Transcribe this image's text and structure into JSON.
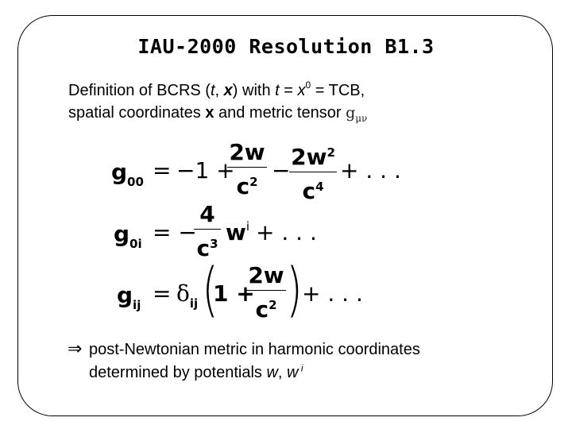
{
  "slide": {
    "title": "IAU-2000 Resolution B1.3",
    "intro": {
      "line1_a": "Definition of BCRS (",
      "line1_t": "t",
      "line1_comma": ", ",
      "line1_x": "x",
      "line1_b": ")  with ",
      "line1_t2": "t",
      "line1_eq": " = ",
      "line1_x0": "x",
      "line1_sup0": "0",
      "line1_c": " = TCB,",
      "line2_a": "spatial coordinates ",
      "line2_x": "x",
      "line2_b": " and metric tensor ",
      "metric_symbol": "g",
      "metric_sub": "μν"
    },
    "equations": {
      "eq1": {
        "lhs": "g",
        "lhs_sub": "00",
        "eq": "=",
        "t1": "−1 +",
        "f1_num": "2w",
        "f1_den": "c",
        "f1_den_pow": "2",
        "minus": "−",
        "f2_num": "2w",
        "f2_num_pow": "2",
        "f2_den": "c",
        "f2_den_pow": "4",
        "tail": "+ . . ."
      },
      "eq2": {
        "lhs": "g",
        "lhs_sub": "0i",
        "eq": "= −",
        "f_num": "4",
        "f_den": "c",
        "f_den_pow": "3",
        "w": "w",
        "w_sup": "i",
        "tail": "+ . . ."
      },
      "eq3": {
        "lhs": "g",
        "lhs_sub": "ij",
        "eq": "=",
        "delta": "δ",
        "delta_sub": "ij",
        "lparen": "(",
        "one": "1 +",
        "f_num": "2w",
        "f_den": "c",
        "f_den_pow": "2",
        "rparen": ")",
        "tail": "+ . . ."
      }
    },
    "bullet": {
      "arrow": "⇒",
      "line1": "post-Newtonian metric in harmonic coordinates",
      "line2_a": "determined by potentials ",
      "w": "w",
      "sep": ", ",
      "w2": "w",
      "sup": " i"
    }
  }
}
